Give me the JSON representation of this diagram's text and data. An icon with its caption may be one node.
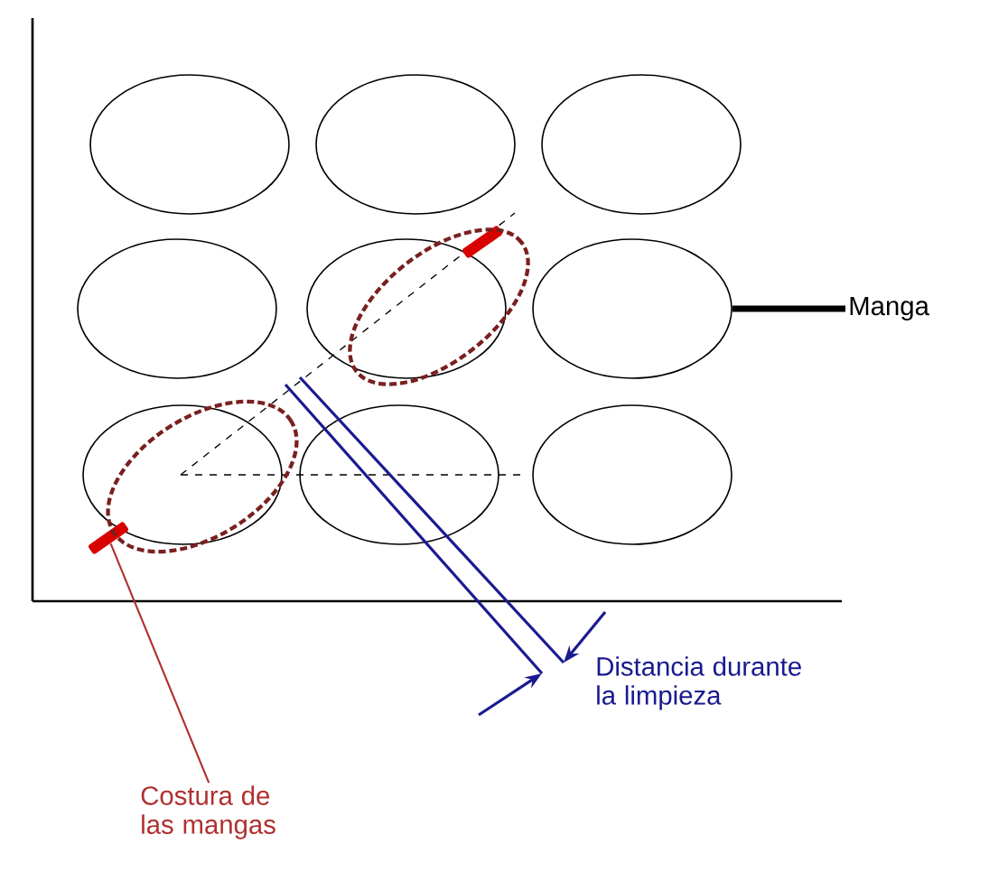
{
  "diagram": {
    "nodes": [
      {
        "text": [],
        "shape": "circle"
      },
      {
        "text": [],
        "shape": "circle"
      },
      {
        "text": [],
        "shape": "circle"
      },
      {
        "text": [],
        "shape": "circle"
      },
      {
        "text": [],
        "shape": "circle"
      },
      {
        "text": [],
        "shape": "circle"
      },
      {
        "text": [],
        "shape": "circle"
      },
      {
        "text": [],
        "shape": "circle"
      },
      {
        "text": [],
        "shape": "circle"
      },
      {
        "text": [],
        "shape": "bar"
      },
      {
        "text": [
          "Manga"
        ]
      },
      {
        "text": [],
        "shape": "bar"
      },
      {
        "text": [
          "Costura de las mangas"
        ]
      }
    ],
    "edges": [
      {
        "from": 10,
        "to": 5,
        "arrow": "none",
        "style": "thick"
      },
      {
        "from": 12,
        "to": 11,
        "arrow": "none",
        "color": "#b03030"
      }
    ],
    "labels": [
      "Distancia durante la limpieza"
    ]
  }
}
